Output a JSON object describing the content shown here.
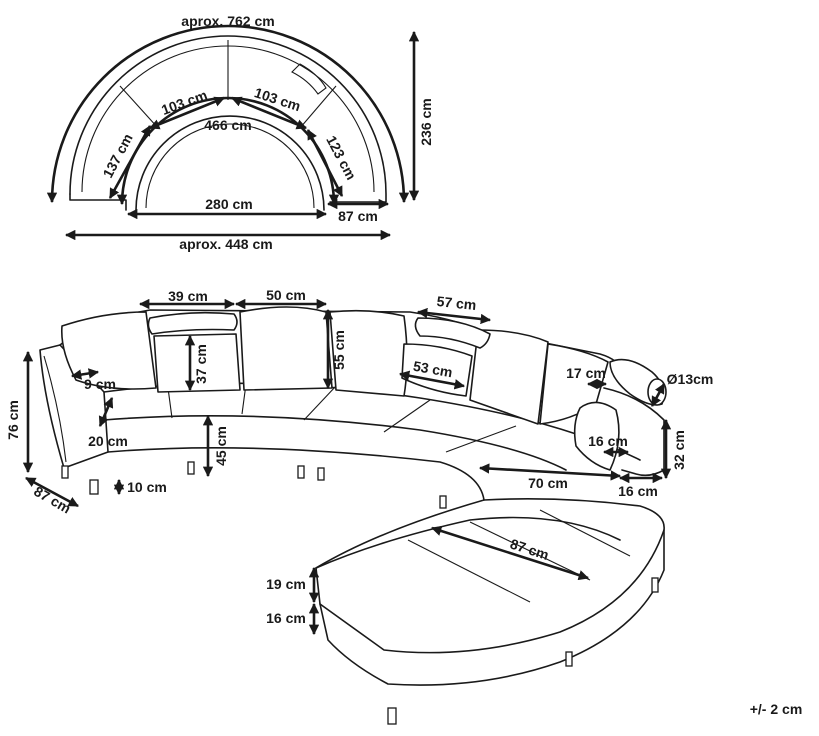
{
  "top_view": {
    "outer_width": "aprox. 762 cm",
    "seg_left": "103 cm",
    "seg_right": "103 cm",
    "inner_arc": "466 cm",
    "side_left": "137 cm",
    "side_right": "123 cm",
    "depth": "236 cm",
    "inner_width": "280 cm",
    "seat_depth": "87 cm",
    "overall_width": "aprox. 448 cm"
  },
  "front_view": {
    "headrest_width": "39 cm",
    "cushion_width": "50 cm",
    "armrest_pad_width": "57 cm",
    "headrest_height": "37 cm",
    "cushion_height": "55 cm",
    "cushion_depth": "53 cm",
    "arm_width": "9 cm",
    "total_height": "76 cm",
    "arm_height": "20 cm",
    "seat_height": "45 cm",
    "leg_height": "10 cm",
    "depth": "87 cm",
    "bolster_length": "17 cm",
    "bolster_diameter": "Ø13cm",
    "side_thickness": "16 cm",
    "arm_total_height": "32 cm",
    "seat_length": "70 cm",
    "side_bottom": "16 cm",
    "chaise_depth": "87 cm",
    "seat_cushion_height": "19 cm",
    "base_height": "16 cm"
  },
  "tolerance": "+/- 2 cm"
}
